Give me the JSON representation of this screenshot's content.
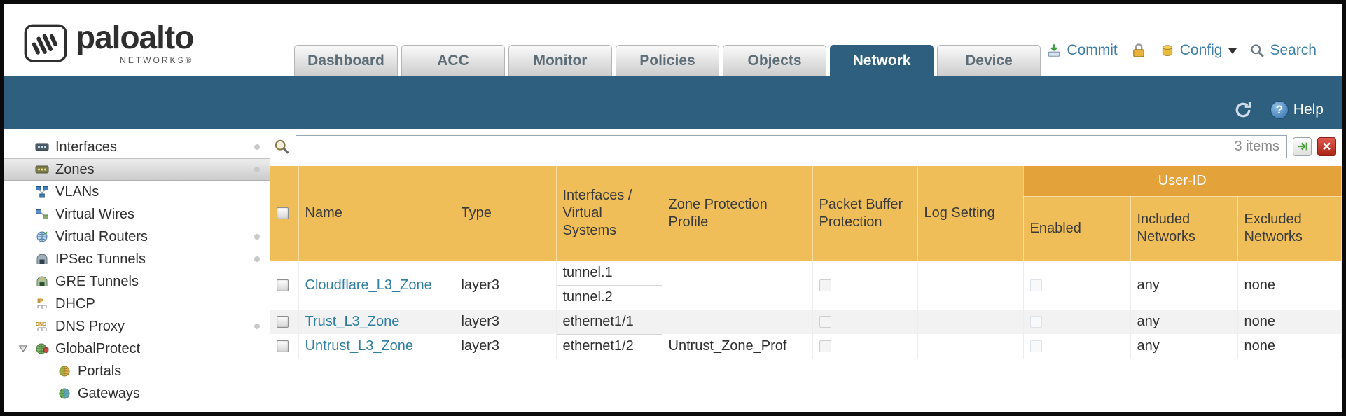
{
  "brand": {
    "name": "paloalto",
    "subtitle": "NETWORKS®"
  },
  "nav": {
    "tabs": [
      {
        "label": "Dashboard",
        "active": false
      },
      {
        "label": "ACC",
        "active": false
      },
      {
        "label": "Monitor",
        "active": false
      },
      {
        "label": "Policies",
        "active": false
      },
      {
        "label": "Objects",
        "active": false
      },
      {
        "label": "Network",
        "active": true
      },
      {
        "label": "Device",
        "active": false
      }
    ],
    "actions": {
      "commit": "Commit",
      "config": "Config",
      "search": "Search"
    }
  },
  "subheader": {
    "help_label": "Help",
    "help_icon_glyph": "?"
  },
  "sidebar": {
    "items": [
      {
        "label": "Interfaces",
        "selected": false,
        "dot": true
      },
      {
        "label": "Zones",
        "selected": true,
        "dot": true
      },
      {
        "label": "VLANs",
        "selected": false,
        "dot": false
      },
      {
        "label": "Virtual Wires",
        "selected": false,
        "dot": false
      },
      {
        "label": "Virtual Routers",
        "selected": false,
        "dot": true
      },
      {
        "label": "IPSec Tunnels",
        "selected": false,
        "dot": true
      },
      {
        "label": "GRE Tunnels",
        "selected": false,
        "dot": false
      },
      {
        "label": "DHCP",
        "selected": false,
        "dot": false
      },
      {
        "label": "DNS Proxy",
        "selected": false,
        "dot": true
      },
      {
        "label": "GlobalProtect",
        "selected": false,
        "dot": false,
        "expanded": true
      },
      {
        "label": "Portals",
        "selected": false,
        "dot": false,
        "child": true
      },
      {
        "label": "Gateways",
        "selected": false,
        "dot": false,
        "child": true
      }
    ]
  },
  "filterbar": {
    "value": "",
    "count": "3 items",
    "clear_glyph": "×"
  },
  "table": {
    "group_header": "User-ID",
    "columns": {
      "name": "Name",
      "type": "Type",
      "interfaces": "Interfaces / Virtual Systems",
      "zone_protection": "Zone Protection Profile",
      "packet_buffer": "Packet Buffer Protection",
      "log_setting": "Log Setting",
      "enabled": "Enabled",
      "included": "Included Networks",
      "excluded": "Excluded Networks"
    },
    "rows": [
      {
        "name": "Cloudflare_L3_Zone",
        "type": "layer3",
        "interfaces": [
          "tunnel.1",
          "tunnel.2"
        ],
        "zone_protection": "",
        "log_setting": "",
        "included": "any",
        "excluded": "none"
      },
      {
        "name": "Trust_L3_Zone",
        "type": "layer3",
        "interfaces": [
          "ethernet1/1"
        ],
        "zone_protection": "",
        "log_setting": "",
        "included": "any",
        "excluded": "none"
      },
      {
        "name": "Untrust_L3_Zone",
        "type": "layer3",
        "interfaces": [
          "ethernet1/2"
        ],
        "zone_protection": "Untrust_Zone_Prof",
        "log_setting": "",
        "included": "any",
        "excluded": "none"
      }
    ]
  },
  "colors": {
    "band_teal": "#2e5f7e",
    "header_orange": "#efbe58",
    "userid_orange": "#e3a33a",
    "link_blue": "#2f7fa3"
  }
}
